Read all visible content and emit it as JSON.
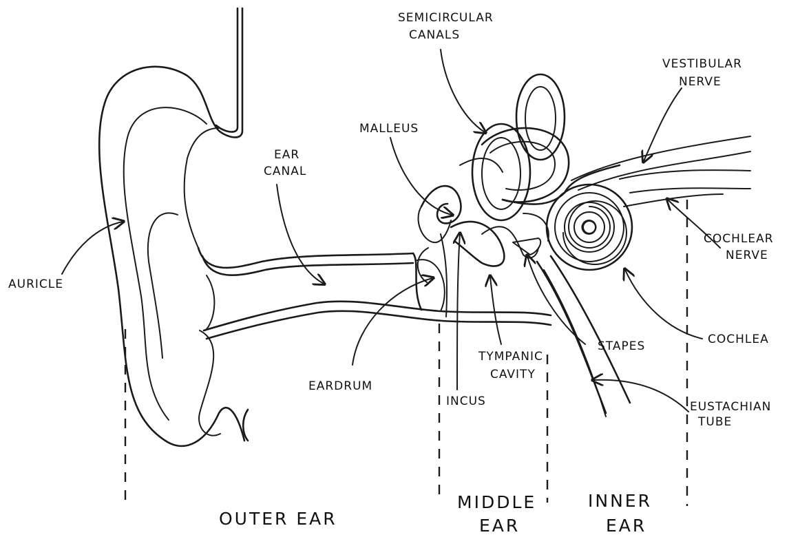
{
  "labels": {
    "semicircular_canals": [
      "SEMICIRCULAR",
      "CANALS"
    ],
    "vestibular_nerve": [
      "VESTIBULAR",
      "NERVE"
    ],
    "malleus": "MALLEUS",
    "ear_canal": [
      "EAR",
      "CANAL"
    ],
    "auricle": "AURICLE",
    "cochlear_nerve": [
      "COCHLEAR",
      "NERVE"
    ],
    "eardrum": "EARDRUM",
    "tympanic_cavity": [
      "TYMPANIC",
      "CAVITY"
    ],
    "stapes": "STAPES",
    "cochlea": "COCHLEA",
    "incus": "INCUS",
    "eustachian_tube": [
      "EUSTACHIAN",
      "TUBE"
    ]
  },
  "regions": {
    "outer_ear": "OUTER EAR",
    "middle_ear": [
      "MIDDLE",
      "EAR"
    ],
    "inner_ear": [
      "INNER",
      "EAR"
    ]
  }
}
